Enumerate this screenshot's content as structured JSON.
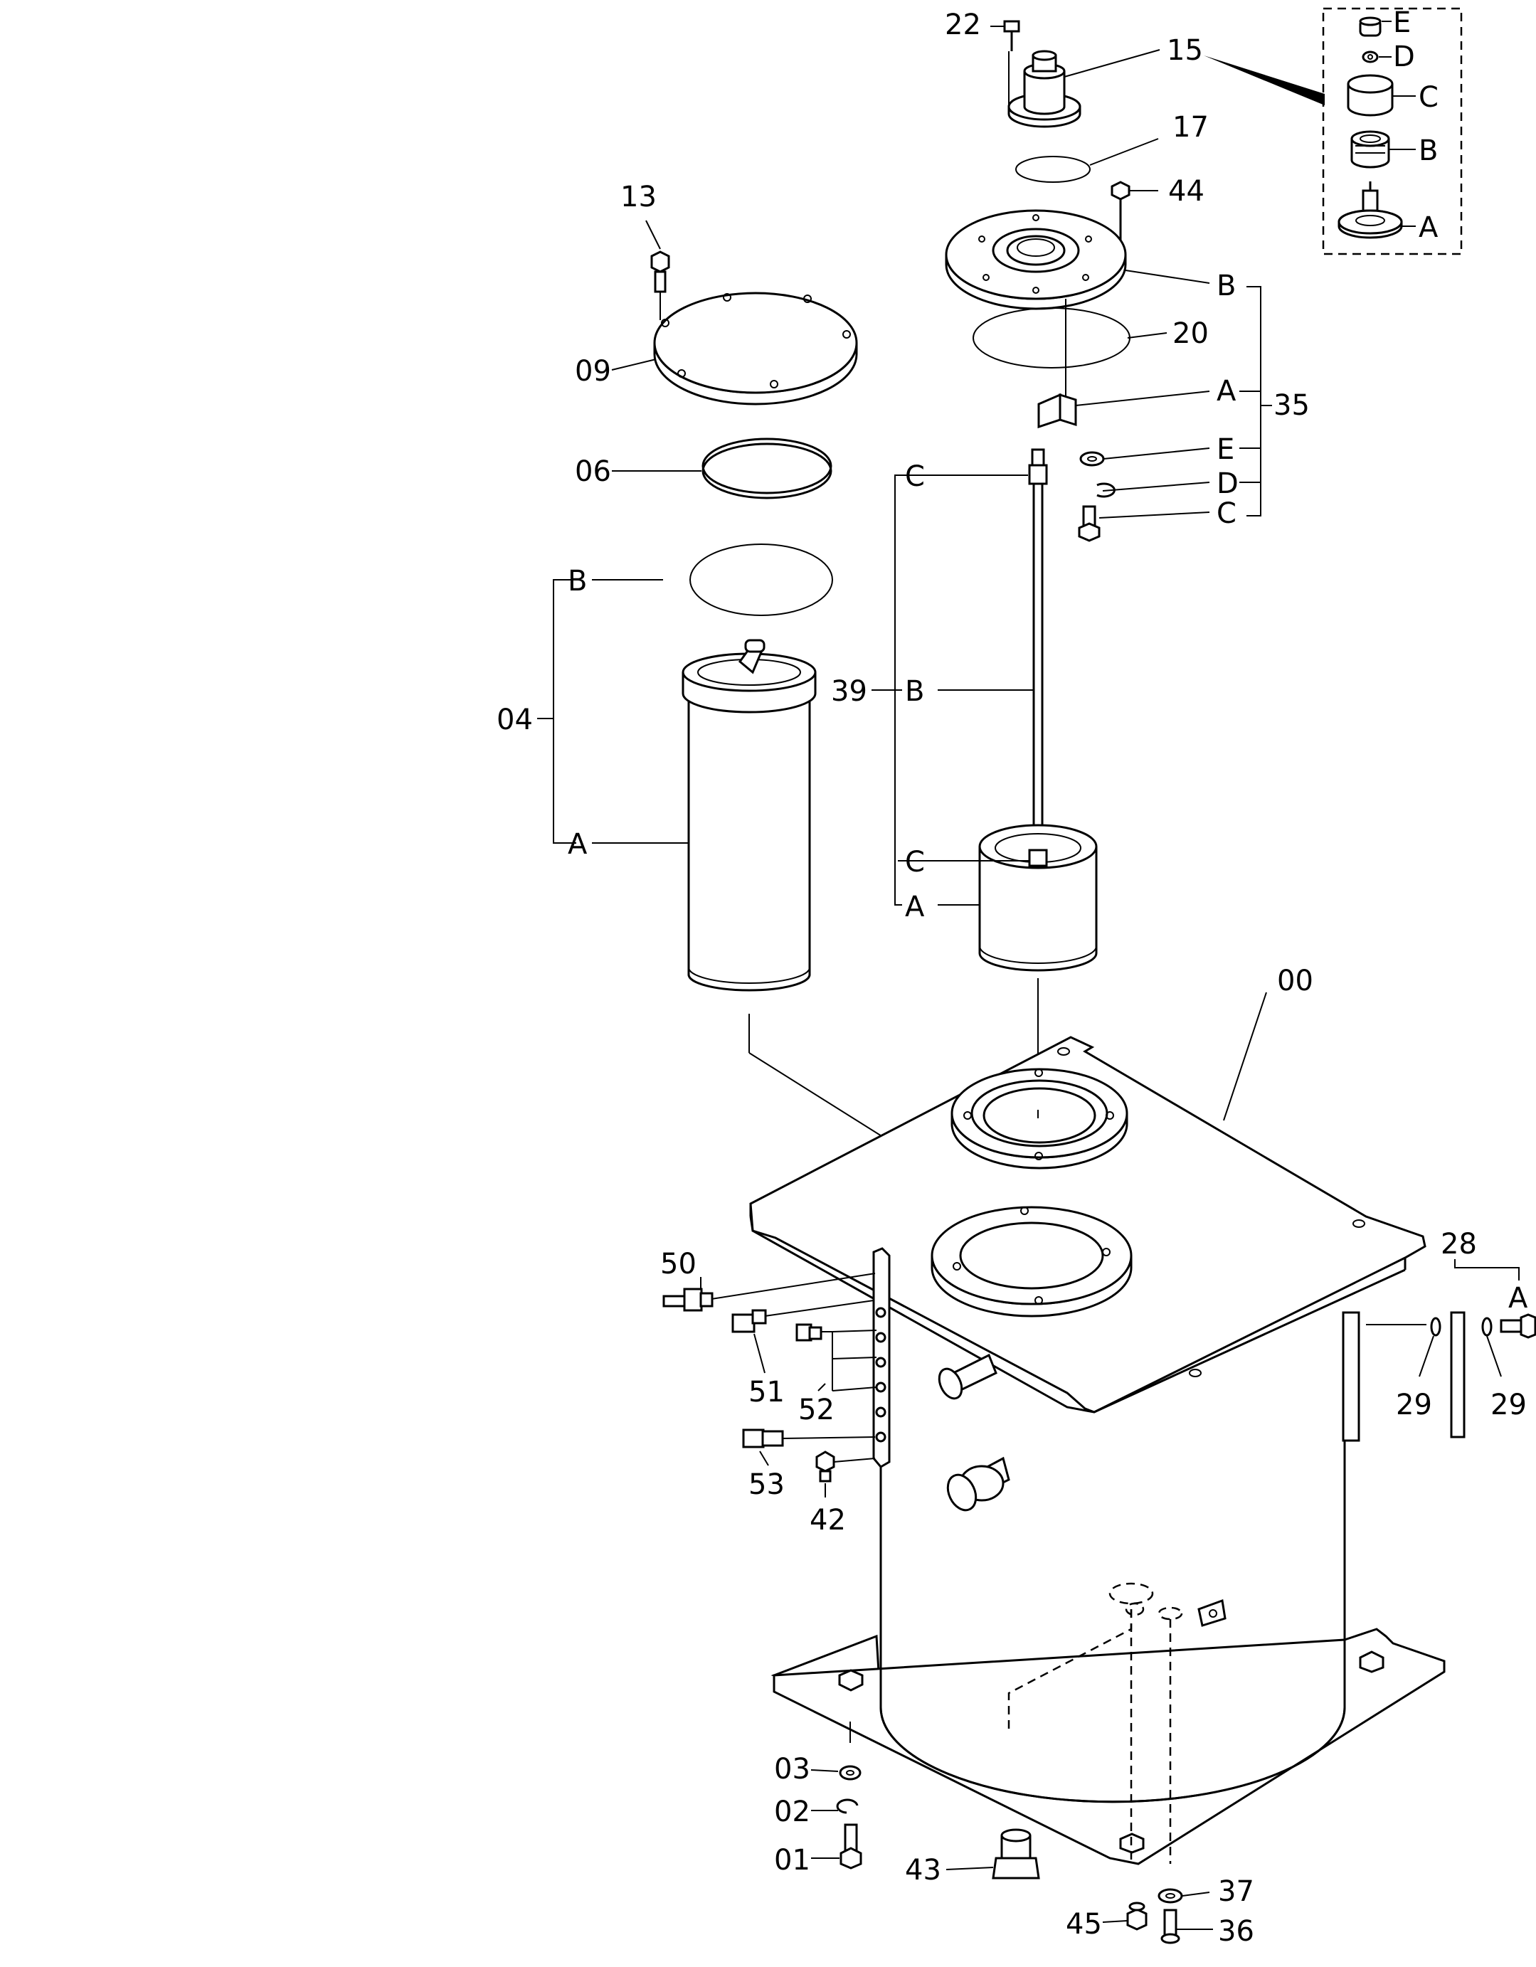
{
  "labels": {
    "p00": "00",
    "p01": "01",
    "p02": "02",
    "p03": "03",
    "p04": "04",
    "p06": "06",
    "p09": "09",
    "p13": "13",
    "p15": "15",
    "p17": "17",
    "p20": "20",
    "p22": "22",
    "p28": "28",
    "p29a": "29",
    "p29b": "29",
    "p35": "35",
    "p36": "36",
    "p37": "37",
    "p39": "39",
    "p42": "42",
    "p43": "43",
    "p44": "44",
    "p45": "45",
    "p50": "50",
    "p51": "51",
    "p52": "52",
    "p53": "53"
  },
  "sub_labels": {
    "inset_e": "E",
    "inset_d": "D",
    "inset_c": "C",
    "inset_b": "B",
    "inset_a": "A",
    "p35_b": "B",
    "p35_a": "A",
    "p35_e": "E",
    "p35_d": "D",
    "p35_c": "C",
    "p39_c_top": "C",
    "p39_b": "B",
    "p39_c_bot": "C",
    "p39_a": "A",
    "p04_b": "B",
    "p04_a": "A",
    "p28_a": "A"
  }
}
